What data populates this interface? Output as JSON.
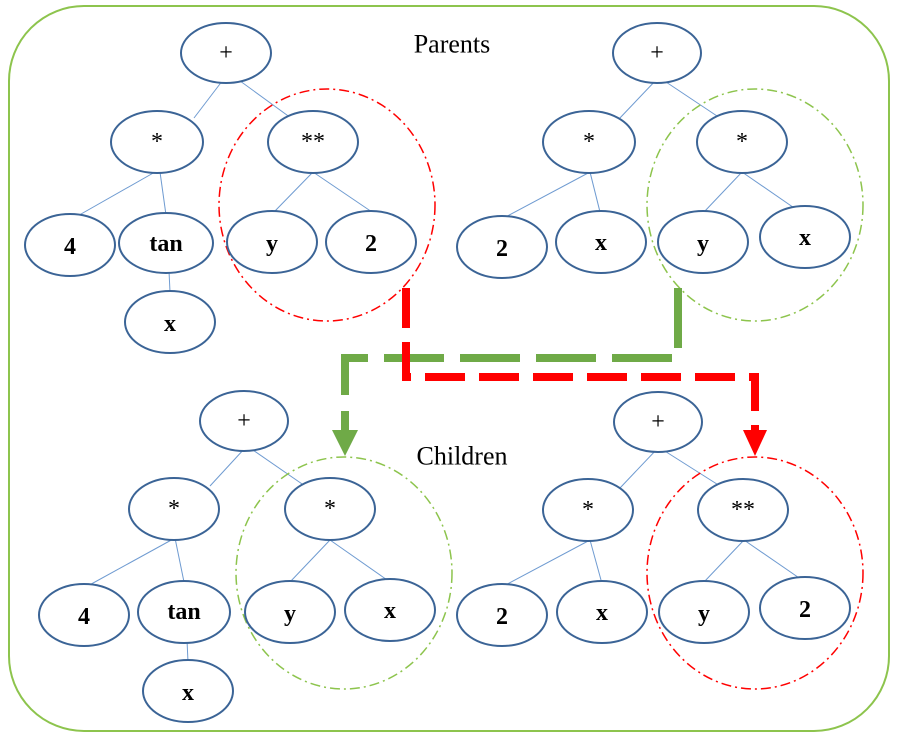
{
  "headings": {
    "parents": "Parents",
    "children": "Children"
  },
  "colors": {
    "node_stroke": "#3b6496",
    "edge": "#6f9bd1",
    "frame": "#8dc44d",
    "red": "#ff0000",
    "green": "#6faa47"
  },
  "trees": {
    "parent1": {
      "plus": "+",
      "mul": "*",
      "pow": "**",
      "four": "4",
      "tan": "tan",
      "x": "x",
      "y": "y",
      "two": "2"
    },
    "parent2": {
      "plus": "+",
      "mul1": "*",
      "mul2": "*",
      "two": "2",
      "x1": "x",
      "y": "y",
      "x2": "x"
    },
    "child1": {
      "plus": "+",
      "mul": "*",
      "mul2": "*",
      "four": "4",
      "tan": "tan",
      "x": "x",
      "y": "y",
      "x2": "x"
    },
    "child2": {
      "plus": "+",
      "mul": "*",
      "pow": "**",
      "two": "2",
      "x": "x",
      "y": "y",
      "two2": "2"
    }
  }
}
